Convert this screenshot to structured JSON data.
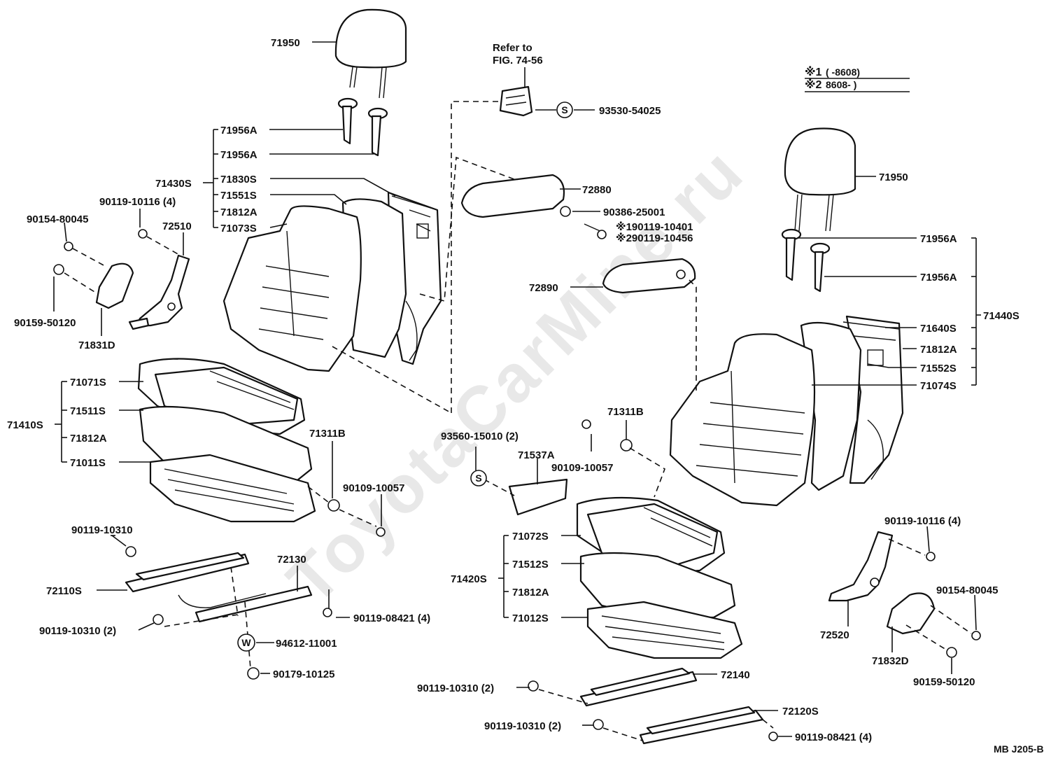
{
  "watermark": "ToyotaCarMine.ru",
  "legend": {
    "note1_mark": "※1",
    "note1_range": "(      -8608)",
    "note2_mark": "※2",
    "note2_range": "8608-        )"
  },
  "refer": {
    "line1": "Refer to",
    "line2": "FIG. 74-56"
  },
  "figure_code": "MB J205-B",
  "callouts": {
    "hr_left": "71950",
    "hr_right": "71950",
    "sup_l1": "71956A",
    "sup_l2": "71956A",
    "sup_r1": "71956A",
    "sup_r2": "71956A",
    "back_asm_l": "71430S",
    "back_asm_r": "71440S",
    "c71830S": "71830S",
    "c71551S": "71551S",
    "c71812A_back_l": "71812A",
    "c71073S": "71073S",
    "c71640S": "71640S",
    "c71812A_back_r": "71812A",
    "c71552S": "71552S",
    "c71074S": "71074S",
    "cush_asm_l": "71410S",
    "cush_asm_r": "71420S",
    "c71071S": "71071S",
    "c71511S": "71511S",
    "c71812A_cush_l": "71812A",
    "c71011S": "71011S",
    "c71072S": "71072S",
    "c71512S": "71512S",
    "c71812A_cush_r": "71812A",
    "c71012S": "71012S",
    "b90154_l": "90154-80045",
    "b90119_10116_l": "90119-10116 (4)",
    "c72510": "72510",
    "b90159_l": "90159-50120",
    "c71831D": "71831D",
    "c93530": "93530-54025",
    "c72880": "72880",
    "c90386": "90386-25001",
    "c90119_10401": "※190119-10401",
    "c90119_10456": "※290119-10456",
    "c72890": "72890",
    "c71311B_l": "71311B",
    "c90109_l": "90109-10057",
    "c93560": "93560-15010 (2)",
    "c71537A": "71537A",
    "c71311B_r": "71311B",
    "c90109_r": "90109-10057",
    "c90119_10310_a": "90119-10310",
    "c72110S": "72110S",
    "c72130": "72130",
    "c90119_10310_b": "90119-10310 (2)",
    "c90119_08421_l": "90119-08421 (4)",
    "c94612": "94612-11001",
    "c90179": "90179-10125",
    "c90119_10116_r": "90119-10116 (4)",
    "c90154_r": "90154-80045",
    "c72520": "72520",
    "c71832D": "71832D",
    "c90159_r": "90159-50120",
    "c72140": "72140",
    "c90119_10310_c": "90119-10310 (2)",
    "c72120S": "72120S",
    "c90119_10310_d": "90119-10310 (2)",
    "c90119_08421_r": "90119-08421 (4)"
  },
  "markers": {
    "s": "S",
    "w": "W"
  }
}
